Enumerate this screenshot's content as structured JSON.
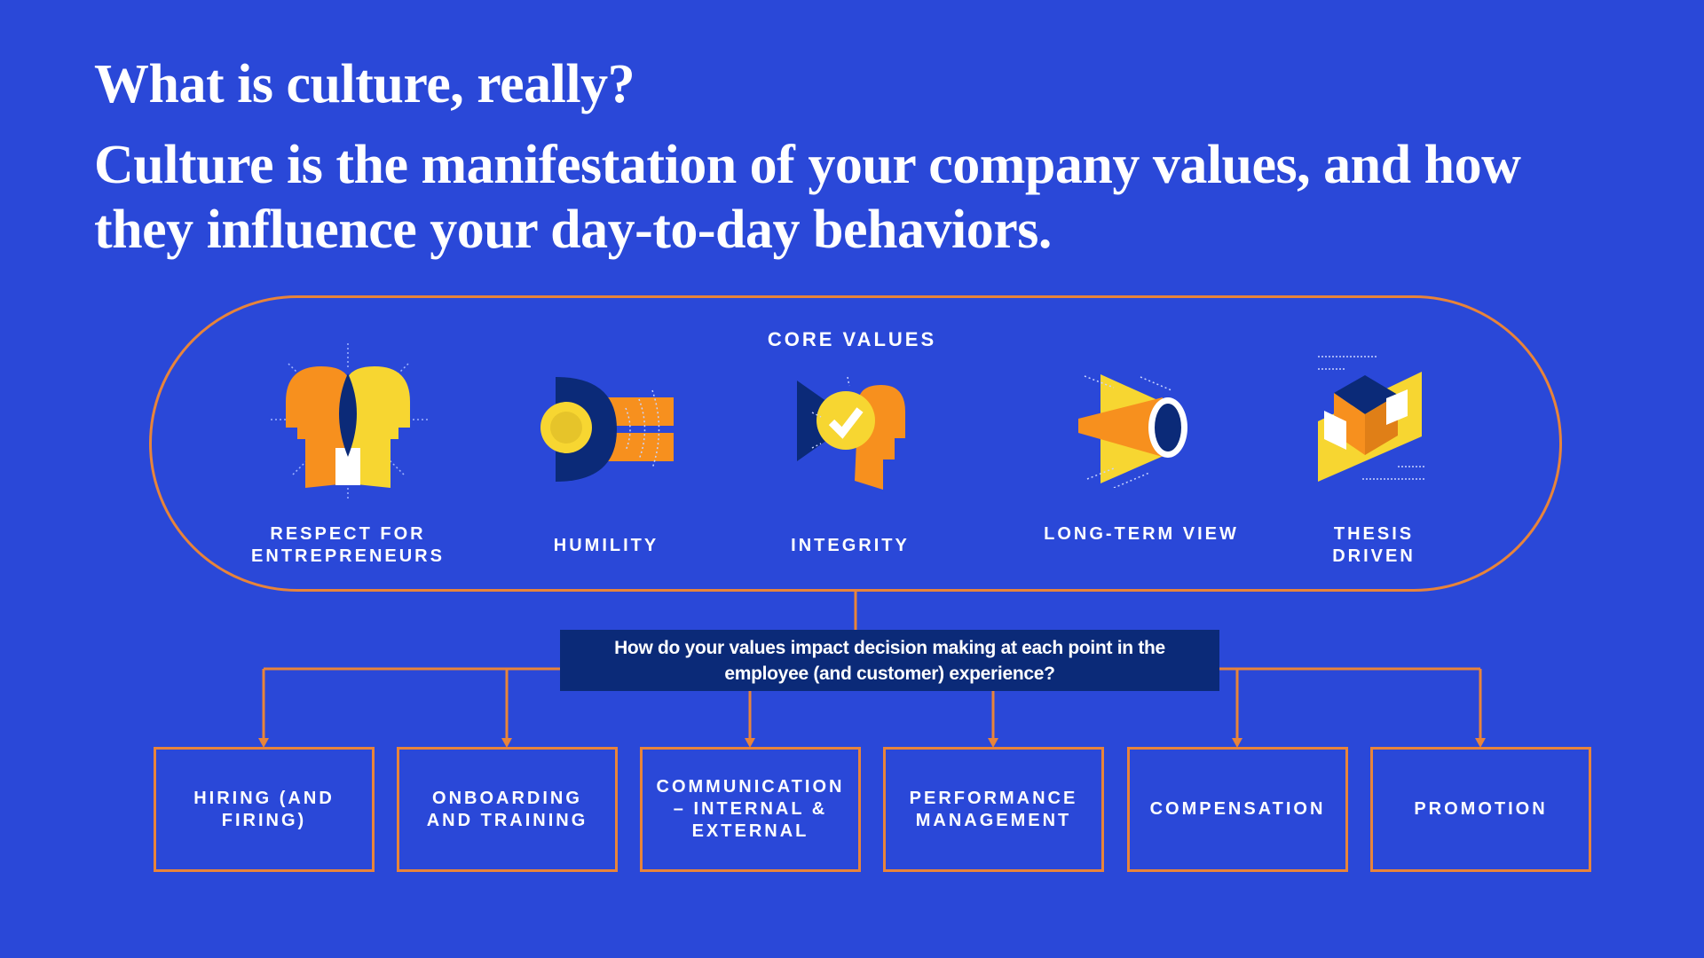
{
  "header": {
    "title": "What is culture, really?",
    "subtitle": "Culture is the manifestation of your company values, and how they influence your day-to-day behaviors."
  },
  "core_values": {
    "heading": "CORE VALUES",
    "items": [
      {
        "label": "RESPECT FOR ENTREPRENEURS",
        "icon": "two-heads-icon"
      },
      {
        "label": "HUMILITY",
        "icon": "speaker-circle-icon"
      },
      {
        "label": "INTEGRITY",
        "icon": "head-checkmark-icon"
      },
      {
        "label": "LONG-TERM VIEW",
        "icon": "telescope-icon"
      },
      {
        "label": "THESIS DRIVEN",
        "icon": "cube-icon"
      }
    ]
  },
  "question": "How do your values impact decision making at each point in the employee (and customer) experience?",
  "touchpoints": [
    "HIRING (AND FIRING)",
    "ONBOARDING AND TRAINING",
    "COMMUNICATION – INTERNAL & EXTERNAL",
    "PERFORMANCE MANAGEMENT",
    "COMPENSATION",
    "PROMOTION"
  ],
  "colors": {
    "background": "#2a48d8",
    "accent_orange": "#e8843a",
    "navy": "#0b2a78",
    "yellow": "#f7d631",
    "orange": "#f7901e"
  }
}
